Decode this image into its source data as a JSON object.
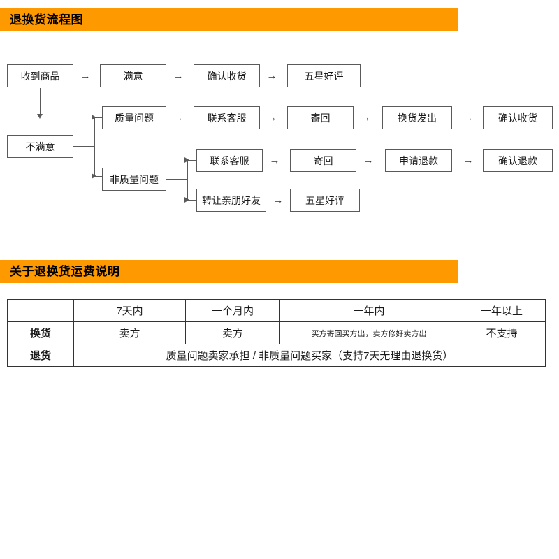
{
  "sections": {
    "flowchart": {
      "title": "退换货流程图"
    },
    "fee": {
      "title": "关于退换货运费说明"
    }
  },
  "flowchart": {
    "arrow_glyph": "→",
    "nodes": {
      "received": "收到商品",
      "satisfied": "满意",
      "confirm_receipt": "确认收货",
      "five_star": "五星好评",
      "not_satisfied": "不满意",
      "quality_issue": "质量问题",
      "contact_service_1": "联系客服",
      "send_back_1": "寄回",
      "exchange_sent": "换货发出",
      "confirm_receipt_2": "确认收货",
      "non_quality_issue": "非质量问题",
      "contact_service_2": "联系客服",
      "send_back_2": "寄回",
      "apply_refund": "申请退款",
      "confirm_refund": "确认退款",
      "transfer_friends": "转让亲朋好友",
      "five_star_2": "五星好评"
    }
  },
  "fee_table": {
    "columns": [
      "",
      "7天内",
      "一个月内",
      "一年内",
      "一年以上"
    ],
    "rows": [
      {
        "header": "换货",
        "cells": [
          "卖方",
          "卖方",
          "买方寄回买方出，卖方修好卖方出",
          "不支持"
        ]
      },
      {
        "header": "退货",
        "merged_cell": "质量问题卖家承担    /    非质量问题买家（支持7天无理由退换货）"
      }
    ]
  },
  "colors": {
    "accent": "#FF9900",
    "border": "#5a5a5a",
    "text": "#1a1a1a"
  }
}
